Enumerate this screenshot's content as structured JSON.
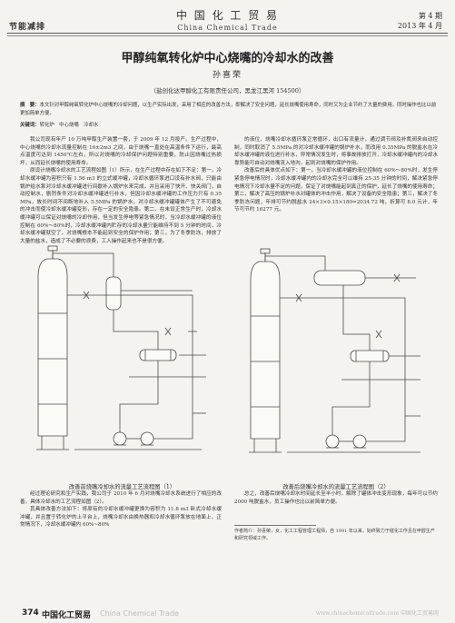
{
  "header": {
    "left_label": "节能减排",
    "journal_cn": "中 国 化 工 贸 易",
    "journal_en": "China Chemical Trade",
    "issue": "第 4 期",
    "date": "2013 年 4 月"
  },
  "article": {
    "title": "甲醇纯氧转化炉中心烧嘴的冷却水的改善",
    "author": "孙喜荣",
    "affiliation": "（盐创化达甲醇化工有限责任公司，黑龙江黑河   154500）",
    "abstract_label": "摘　要：",
    "abstract": "本文针对甲醇纯氧转化炉中心烧嘴的冷却问题，以生产实际出发，采用了相应的改善方法，即解决了安全问题，延长烧嘴使用寿命，同时又为企业节约了大量的费用，同时操作也比以前更加简单方便。",
    "keywords_label": "关键词：",
    "keywords": "转化炉　中心烧嘴　冷却水"
  },
  "body": {
    "left_top": [
      "我公司现有年产 10 万吨甲醇生产装置一套，于 2009 年 12 月投产。生产过程中，中心烧嘴的冷却水流量控制在 16±2m3 之间，由于烧嘴一直处在高温条件下运行，最高点温度可达到 1450℃左右，所以对烧嘴的冷却保护问题特别重要，防止因烧嘴过热损坏，从而延长烧嘴的使用寿命。",
      "原设计烧嘴冷却水的工艺流程如图（1）所示，在生产过程中存在如下不足：第一，冷却水缓冲罐为容积只有 1.56 m3 的立式缓冲罐，冷却水循环泵进口设有补水阀，只能由锅炉给水泵对冷却水缓冲罐进行间歇补入锅炉水来完成，并且采用了快开、快关阀门，自动控制水，剧烈条件对冷却水缓冲罐进行补水，但因冷却水缓冲罐的工作压力只有 0.35 MPa，故长时间不间断地补入 5.5MPa 的锅炉水，对冷却水缓冲罐罐体产生了不可避免的冲击而使冷却水缓冲罐变形，存在一定的安全隐患。第二，在未设正常生产时，冷却水缓冲罐可以保证对烧嘴的冷却作用，但当发生停电等紧急情况时，当冷却水缓冲罐的液位控制在 60%～80%时，冷却水缓冲罐内贮存的冷却水量只能维持不到 5 分钟的时间，冷却水缓冲罐就空了，对烧嘴根本不能起到安全的保护作用；第三，为了冬季防冻，排放了大量的盐水，造成了不必要的浪费，工人操作起来也不是很方便。"
    ],
    "right_top": [
      "的液位，烧嘴冷却水循环泵正常循环，出口有流量计，通过调节阀及补氮阀来自动控制，同时取消了 5.5MPa 的对冷却水缓冲罐的锅炉补水，而改用 0.35MPa 的脱盐水在冷却水缓冲罐的液位进行补水，异常情况发生时，将事故排放打开，冷却水缓冲罐内的冷却水靠势能可自动对烧嘴流入地沟，起到对烧嘴的保护作用。",
      "改善后的具体优点如下：第一，当冷却水缓冲罐的液位控制在 60%～80%时，发生停紧急停电情况时，冷却水缓冲罐内的冷却水完全可以维持 25-35 分钟的时间，解决紧急停电情况下冷却水量不足的问题，保证了对烧嘴能起到真正的保护，延长了烧嘴的使用寿命；第二，解决了高压的锅炉补水对罐体的冲击作用，解决了设备的安全隐患；第三，解决了冬季防冻问题，年排可节约脱盐水 24×3×0.15×180=2034.72 吨，折算可 8.0 元计，年节可节约 16277 元。"
    ],
    "left_bottom": [
      "经过理论研究和生产实践，我公司于 2010 年 6 月对烧嘴冷却水系统进行了相应的改善，具体冷却水的工艺流程如图（2）。",
      "其具体改善方法如下：将原有的冷却水缓冲罐更换为容积为 11.8 m3 卧式冷却水缓冲罐，并且置于转化炉的上平台上，烧嘴冷却水由换热器和冷却水循环泵放在地面上，正常情况下，冷却水缓冲罐内 60%~80%"
    ],
    "right_bottom": [
      "总之，改善后烧嘴冷却水时间延长至半小时，解除了罐体冲击变形现象，每年可以节约 2000 吨脱盐水，员工操作也比以前简单方便。"
    ],
    "footnote": "作者简介：孙喜荣，女，化工工程管理工程师，自 1991 年以来，始终致力于催化工作且在甲醇生产和研究领域工作。"
  },
  "figures": {
    "fig1_caption": "改善前烧嘴冷却水的流量工艺流程图（1）",
    "fig2_caption": "改善后烧嘴冷却水的流量工艺流程图（2）"
  },
  "footer": {
    "page_number": "374",
    "journal": "中国化工贸易",
    "journal_en": "China Chemical Trade",
    "watermark": "www.chinachemicaltrade.com 中国化工贸易网"
  },
  "colors": {
    "page_bg": "#f4f3ef",
    "text": "#2a2a2a",
    "line": "#4a4a4a"
  }
}
